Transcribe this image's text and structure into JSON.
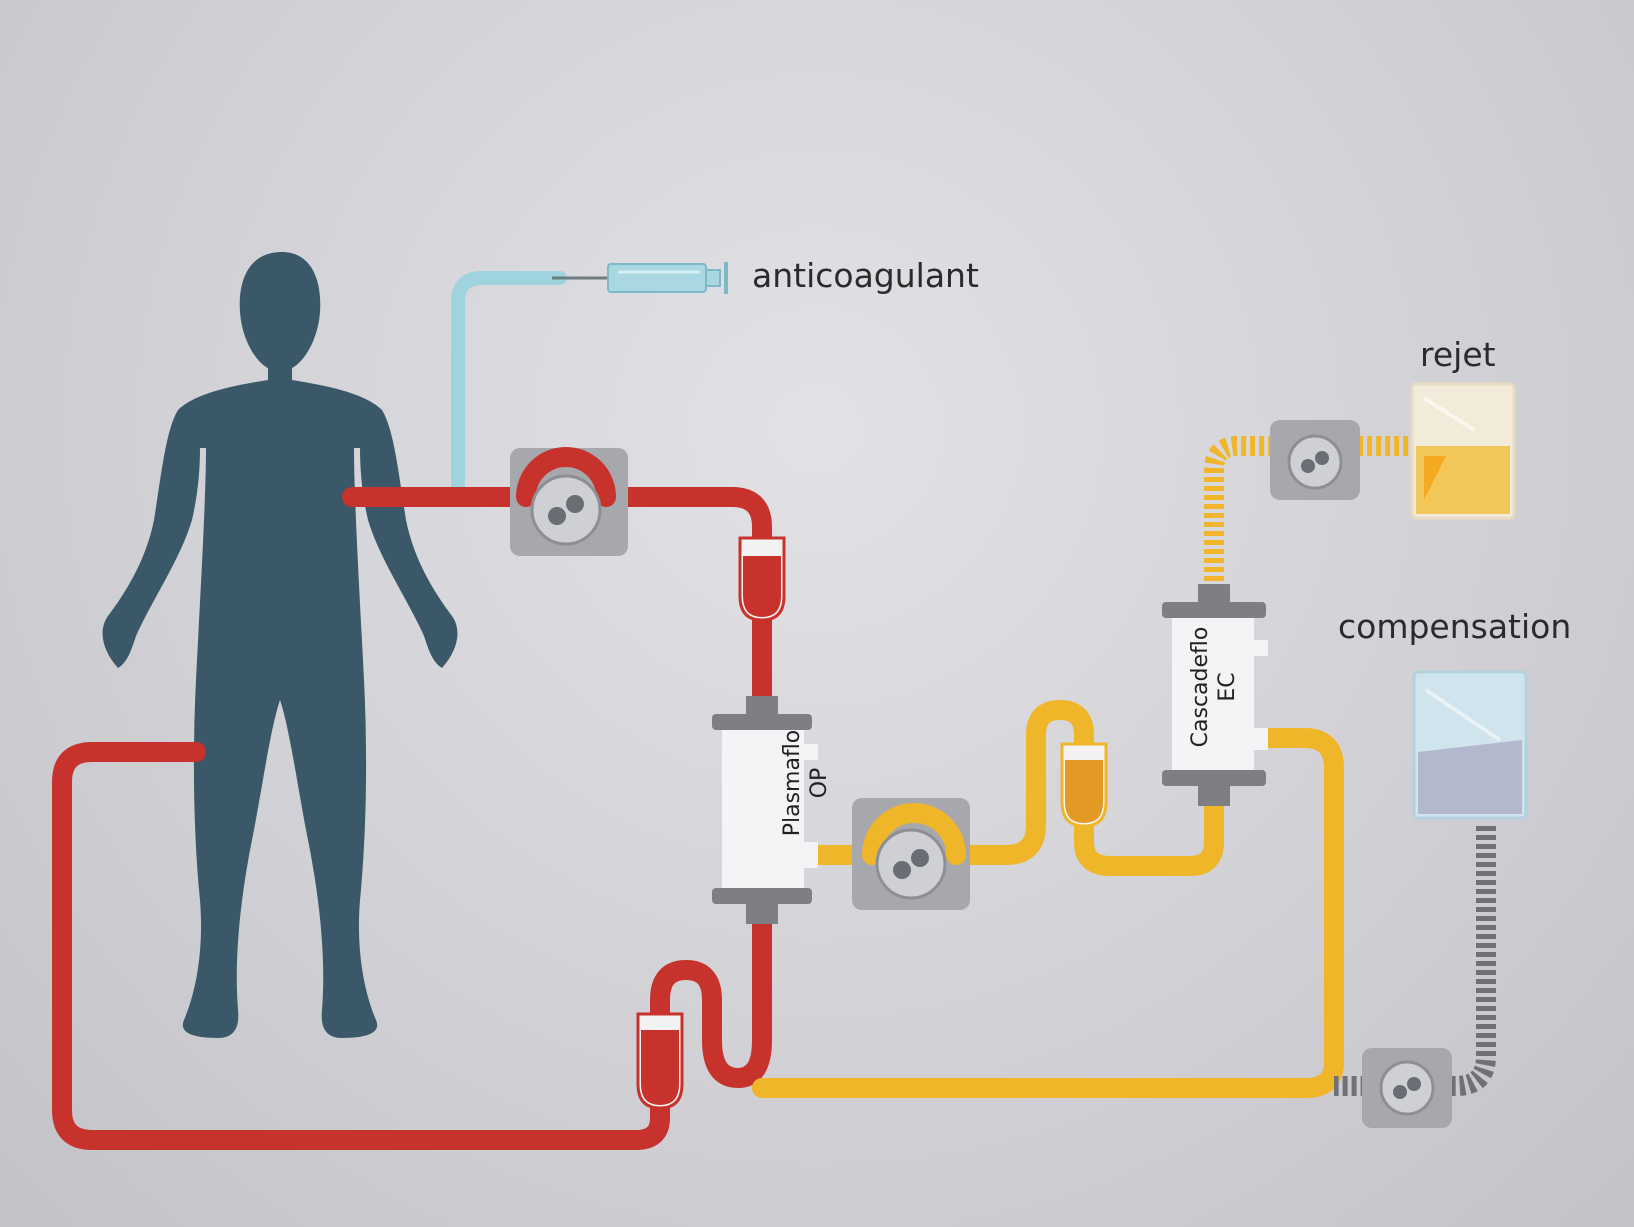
{
  "labels": {
    "anticoagulant": "anticoagulant",
    "rejet": "rejet",
    "compensation": "compensation"
  },
  "filters": {
    "plasmaflo": {
      "line1": "Plasmaflo",
      "line2": "OP"
    },
    "cascadeflo": {
      "line1": "Cascadeflo",
      "line2": "EC"
    }
  },
  "colors": {
    "blood": "#c8322d",
    "plasma": "#f0b62a",
    "anticoagulant": "#9fd4de",
    "figure": "#3a5868",
    "pump_housing": "#a6a8ad",
    "filter_cap": "#7d7f84"
  }
}
